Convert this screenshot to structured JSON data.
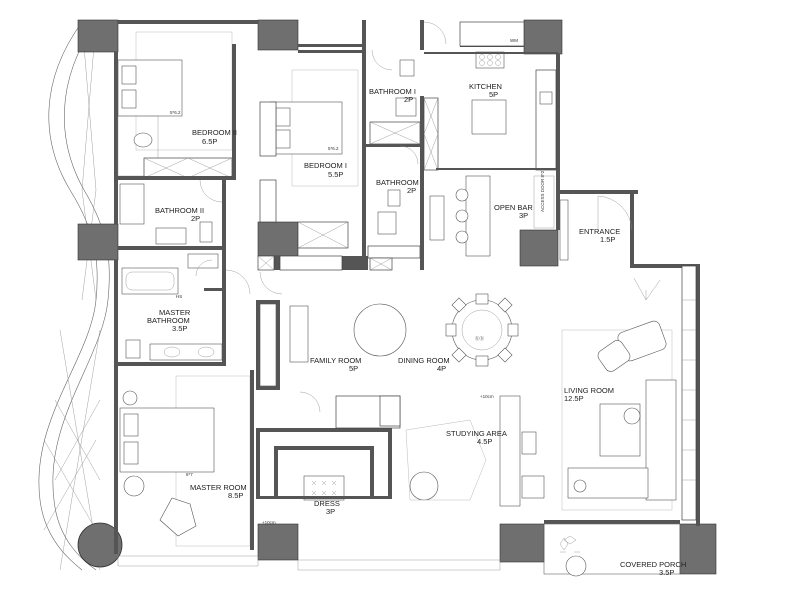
{
  "rooms": [
    {
      "name": "BEDROOM II",
      "size": "6.5P"
    },
    {
      "name": "BEDROOM I",
      "size": "5.5P"
    },
    {
      "name": "BATHROOM I",
      "size": "2P"
    },
    {
      "name": "KITCHEN",
      "size": "5P"
    },
    {
      "name": "BATHROOM",
      "size": "2P"
    },
    {
      "name": "OPEN BAR",
      "size": "3P"
    },
    {
      "name": "BATHROOM II",
      "size": "2P"
    },
    {
      "name": "ENTRANCE",
      "size": "1.5P"
    },
    {
      "name": "MASTER",
      "name2": "BATHROOM",
      "size": "3.5P"
    },
    {
      "name": "FAMILY ROOM",
      "size": "5P"
    },
    {
      "name": "DINING ROOM",
      "size": "4P"
    },
    {
      "name": "LIVING ROOM",
      "size": "12.5P"
    },
    {
      "name": "STUDYING AREA",
      "size": "4.5P"
    },
    {
      "name": "MASTER ROOM",
      "size": "8.5P"
    },
    {
      "name": "DRESS",
      "size": "3P"
    },
    {
      "name": "COVERED PORCH",
      "size": "3.5P"
    }
  ],
  "annotations": {
    "bed2_dim": "5*6.2",
    "bed1_dim": "5*6.2",
    "master_bed_dim": "6*7",
    "studying_level": "+10cm",
    "dress_level": "+10cm",
    "bath_tag": "HS",
    "wm": "WM",
    "bar_note": "ACCESS DOOR 8*2"
  }
}
